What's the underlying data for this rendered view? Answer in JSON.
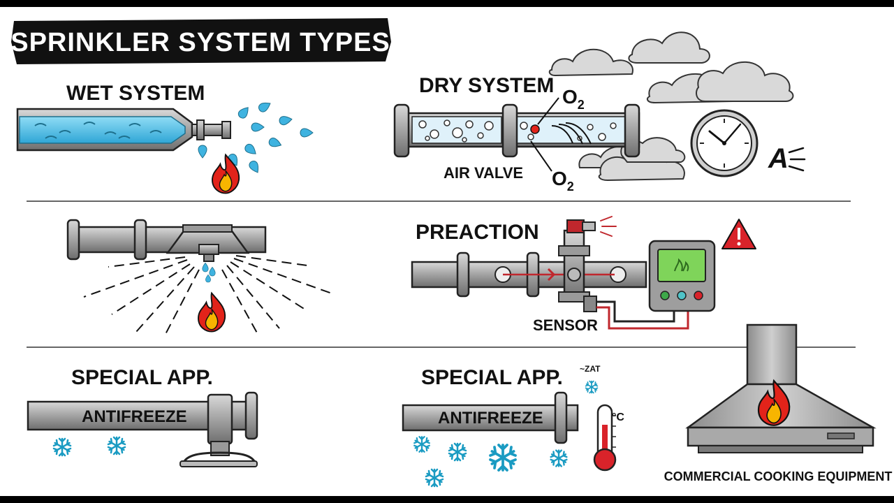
{
  "title": "SPRINKLER SYSTEM TYPES",
  "panels": {
    "wet": {
      "label": "WET SYSTEM"
    },
    "dry": {
      "label": "DRY SYSTEM",
      "o2_top_main": "O",
      "o2_top_sub": "2",
      "o2_bottom_main": "O",
      "o2_bottom_sub": "2",
      "air_valve_label": "AIR VALVE",
      "alarm_glyph": "A"
    },
    "preaction": {
      "label": "PREACTION",
      "sensor_label": "SENSOR"
    },
    "special_left": {
      "label": "SPECIAL APP.",
      "pipe_label": "ANTIFREEZE"
    },
    "special_right": {
      "label": "SPECIAL APP.",
      "pipe_label": "ANTIFREEZE",
      "zat_label": "~ZAT",
      "celsius_label": "°C"
    },
    "cooking": {
      "label": "COMMERCIAL COOKING EQUIPMENT"
    }
  },
  "colors": {
    "frame": "#000000",
    "pipe": "#a9a9a9",
    "water": "#5ec3e8",
    "flame_outer": "#e2231a",
    "flame_inner": "#f7b500",
    "snowflake": "#1a9bc2",
    "warning": "#d9232a",
    "screen": "#7fd45a"
  }
}
